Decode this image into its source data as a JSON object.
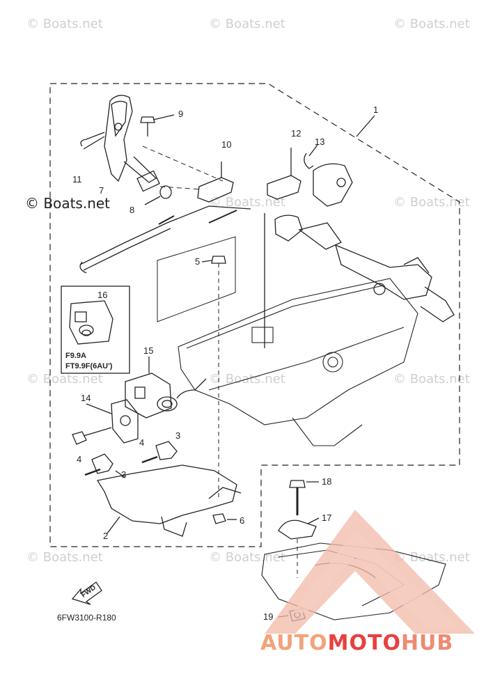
{
  "watermarks": {
    "light": "© Boats.net",
    "strong": "© Boats.net"
  },
  "callouts": {
    "c1": "1",
    "c2": "2",
    "c3a": "3",
    "c3b": "3",
    "c4a": "4",
    "c4b": "4",
    "c5": "5",
    "c6": "6",
    "c7": "7",
    "c8": "8",
    "c9": "9",
    "c10": "10",
    "c11": "11",
    "c12": "12",
    "c13": "13",
    "c14": "14",
    "c15": "15",
    "c16": "16",
    "c17": "17",
    "c18": "18",
    "c19": "19"
  },
  "part16_note": {
    "line1": "F9.9A",
    "line2": "FT9.9F(6AU')"
  },
  "fwd_label": "FWD",
  "diagram_code": "6FW3100-R180",
  "logo": {
    "auto": "AUTO",
    "moto": "MOTO",
    "hub": "HUB",
    "color_auto": "#f3a27a",
    "color_moto": "#e8403f",
    "color_hub": "#ef8a72"
  },
  "colors": {
    "line": "#222222",
    "watermark": "#cfcfcf"
  }
}
